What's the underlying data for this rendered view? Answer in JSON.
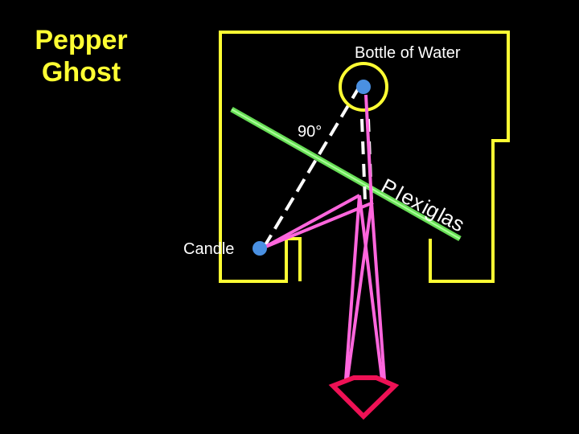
{
  "title": {
    "line1": "Pepper",
    "line2": "Ghost"
  },
  "labels": {
    "bottle": "Bottle of Water",
    "angle": "90°",
    "plexiglas": [
      "P",
      "l",
      "e",
      "x",
      "i",
      "g",
      "l",
      "a",
      "s"
    ],
    "candle": "Candle"
  },
  "colors": {
    "background": "#000000",
    "box": "#ffff33",
    "title": "#ffff33",
    "plexiglas": "#66dd55",
    "rays": "#ff66dd",
    "dashes": "#ffffff",
    "objects": "#4a90e2",
    "eye": "#ee1155",
    "text": "#ffffff"
  }
}
